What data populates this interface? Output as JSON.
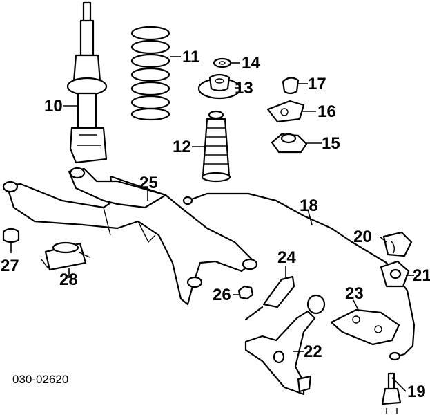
{
  "diagram": {
    "reference_code": "030-02620",
    "callouts": [
      {
        "id": "10",
        "label": "10"
      },
      {
        "id": "11",
        "label": "11"
      },
      {
        "id": "12",
        "label": "12"
      },
      {
        "id": "13",
        "label": "13"
      },
      {
        "id": "14",
        "label": "14"
      },
      {
        "id": "15",
        "label": "15"
      },
      {
        "id": "16",
        "label": "16"
      },
      {
        "id": "17",
        "label": "17"
      },
      {
        "id": "18",
        "label": "18"
      },
      {
        "id": "19",
        "label": "19"
      },
      {
        "id": "20",
        "label": "20"
      },
      {
        "id": "21",
        "label": "21"
      },
      {
        "id": "22",
        "label": "22"
      },
      {
        "id": "23",
        "label": "23"
      },
      {
        "id": "24",
        "label": "24"
      },
      {
        "id": "25",
        "label": "25"
      },
      {
        "id": "26",
        "label": "26"
      },
      {
        "id": "27",
        "label": "27"
      },
      {
        "id": "28",
        "label": "28"
      }
    ]
  }
}
